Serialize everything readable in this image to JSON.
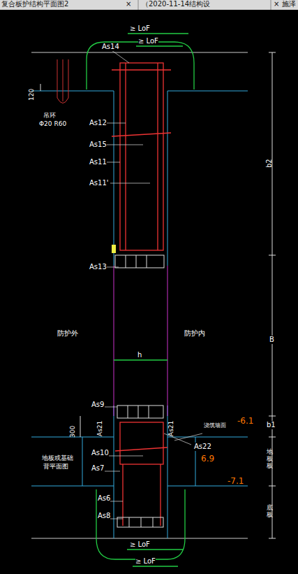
{
  "diagram": {
    "labels": [
      "复合板护结构平面图2",
      "×",
      "（2020-11-14结构设",
      "×",
      "施泽",
      "≥ LoF",
      "≥ LoF",
      "As14",
      "120",
      "吊环",
      "Φ20 R60",
      "As12",
      "As15",
      "As11",
      "As11'",
      "As13",
      "b2",
      "防护外",
      "防护内",
      "B",
      "h",
      "As9",
      "As21",
      "As21",
      "300",
      "浇筑墙面",
      "-6.1",
      "As10",
      "As22",
      "6.9",
      "地板或基础",
      "背平面图",
      "As7",
      "-7.1",
      "As6",
      "As8",
      "b1",
      "地板板",
      "底板",
      "≥ LoF",
      "≥ LoF"
    ]
  }
}
